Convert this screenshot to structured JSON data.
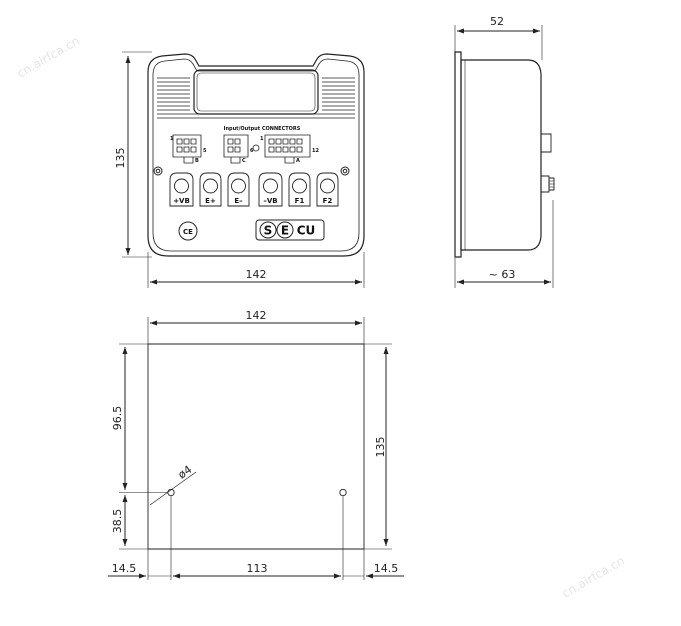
{
  "watermarks": [
    "cn.airfca.cn",
    "cn.airfca.cn"
  ],
  "front_view": {
    "height_dim": "135",
    "width_dim": "142",
    "connector_heading": "Input/Output CONNECTORS",
    "connector_labels": {
      "b_start": "1",
      "b_end": "5",
      "b_letter": "B",
      "c_end": "6",
      "c_letter": "C",
      "a_start": "1",
      "a_end": "12",
      "a_letter": "A"
    },
    "buttons": [
      "+VB",
      "E+",
      "E–",
      "–VB",
      "F1",
      "F2"
    ],
    "ce_mark": "CE",
    "logo_letters": [
      "S",
      "E",
      "CU"
    ]
  },
  "side_view": {
    "depth_dim": "52",
    "total_dim": "~ 63"
  },
  "mounting_view": {
    "width_dim": "142",
    "height_dim": "135",
    "upper_dim": "96.5",
    "lower_dim": "38.5",
    "hole_dim": "ø4",
    "left_offset": "14.5",
    "hole_spacing": "113",
    "right_offset": "14.5"
  }
}
